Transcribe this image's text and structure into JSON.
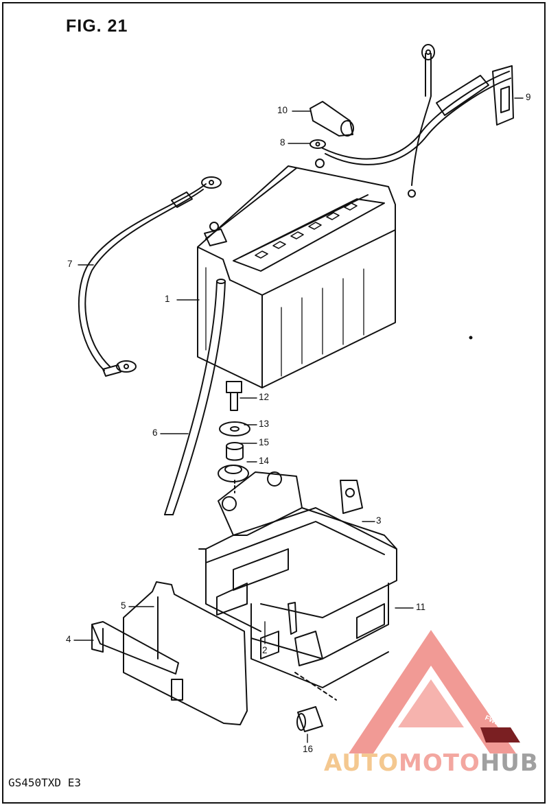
{
  "figure": {
    "title": "FIG. 21",
    "model_code": "GS450TXD E3"
  },
  "callouts": [
    {
      "id": "1",
      "label": "1"
    },
    {
      "id": "2",
      "label": "2"
    },
    {
      "id": "3",
      "label": "3"
    },
    {
      "id": "4",
      "label": "4"
    },
    {
      "id": "5",
      "label": "5"
    },
    {
      "id": "6",
      "label": "6"
    },
    {
      "id": "7",
      "label": "7"
    },
    {
      "id": "8",
      "label": "8"
    },
    {
      "id": "9",
      "label": "9"
    },
    {
      "id": "10",
      "label": "10"
    },
    {
      "id": "11",
      "label": "11"
    },
    {
      "id": "12",
      "label": "12"
    },
    {
      "id": "13",
      "label": "13"
    },
    {
      "id": "14",
      "label": "14"
    },
    {
      "id": "15",
      "label": "15"
    },
    {
      "id": "16",
      "label": "16"
    }
  ],
  "direction_marker": "FWD",
  "watermark": {
    "part1": "AUTO",
    "part2": "MOTO",
    "part3": "HUB",
    "colors": {
      "auto": "#f4c890",
      "moto": "#f3a7a0",
      "hub": "#a0a0a0",
      "logo": "#ef8a86"
    }
  },
  "colors": {
    "ink": "#111111",
    "background": "#ffffff"
  }
}
